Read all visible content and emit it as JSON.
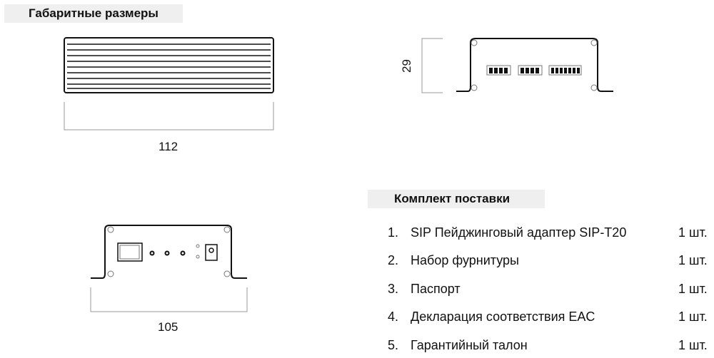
{
  "dimensions_title": "Габаритные размеры",
  "dimensions": {
    "length": "112",
    "height": "29",
    "width": "105"
  },
  "kit_title": "Комплект поставки",
  "kit_items": [
    {
      "num": "1.",
      "name": "SIP Пейджинговый адаптер SIP-T20",
      "qty": "1 шт."
    },
    {
      "num": "2.",
      "name": "Набор фурнитуры",
      "qty": "1 шт."
    },
    {
      "num": "3.",
      "name": "Паспорт",
      "qty": "1 шт."
    },
    {
      "num": "4.",
      "name": "Декларация соответствия EAC",
      "qty": "1 шт."
    },
    {
      "num": "5.",
      "name": "Гарантийный талон",
      "qty": "1 шт."
    }
  ]
}
